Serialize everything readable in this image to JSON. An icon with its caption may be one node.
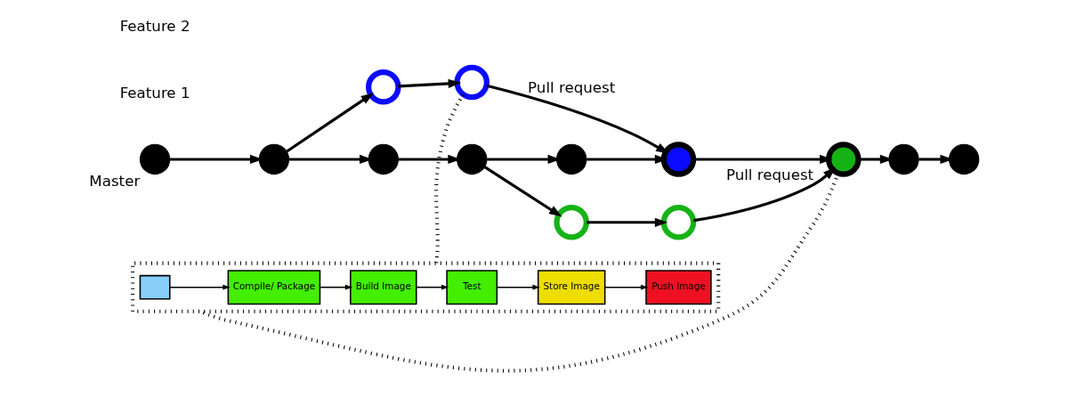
{
  "diagram": {
    "nodes": [
      {
        "text": [],
        "shape": "circle",
        "beside": [
          "Master"
        ]
      },
      {
        "text": [],
        "shape": "circle"
      },
      {
        "text": [],
        "shape": "circle"
      },
      {
        "text": [],
        "shape": "circle"
      },
      {
        "text": [],
        "shape": "circle"
      },
      {
        "text": [],
        "shape": "circle"
      },
      {
        "text": [],
        "shape": "circle"
      },
      {
        "text": [],
        "shape": "circle"
      },
      {
        "text": [],
        "shape": "circle"
      },
      {
        "text": [],
        "shape": "circle"
      },
      {
        "text": [],
        "shape": "circle"
      },
      {
        "text": [],
        "shape": "circle"
      },
      {
        "text": [],
        "shape": "circle"
      },
      {
        "text": [],
        "shape": "box"
      },
      {
        "text": [],
        "shape": "box",
        "in": 13
      },
      {
        "text": [
          "Compile/ Package"
        ],
        "in": 13
      },
      {
        "text": [
          "Build Image"
        ],
        "in": 13
      },
      {
        "text": [
          "Test"
        ],
        "in": 13
      },
      {
        "text": [
          "Store Image"
        ],
        "in": 13
      },
      {
        "text": [
          "Push Image"
        ],
        "in": 13
      }
    ],
    "edges": [
      {
        "from": 0,
        "to": 1,
        "arrow": "to"
      },
      {
        "from": 1,
        "to": 2,
        "arrow": "to"
      },
      {
        "from": 2,
        "to": 3,
        "arrow": "to"
      },
      {
        "from": 3,
        "to": 4,
        "arrow": "to"
      },
      {
        "from": 4,
        "to": 5,
        "arrow": "to"
      },
      {
        "from": 5,
        "to": 6,
        "arrow": "to"
      },
      {
        "from": 6,
        "to": 7,
        "arrow": "to"
      },
      {
        "from": 7,
        "to": 8,
        "arrow": "to"
      },
      {
        "from": 1,
        "to": 9,
        "arrow": "to"
      },
      {
        "from": 9,
        "to": 10,
        "arrow": "to"
      },
      {
        "from": 10,
        "to": 5,
        "arrow": "to",
        "label": "Pull request"
      },
      {
        "from": 3,
        "to": 11,
        "arrow": "to"
      },
      {
        "from": 11,
        "to": 12,
        "arrow": "to"
      },
      {
        "from": 12,
        "to": 6,
        "arrow": "to",
        "label": "Pull request"
      },
      {
        "from": 10,
        "to": 13,
        "arrow": "none",
        "style": "dashed"
      },
      {
        "from": 6,
        "to": 13,
        "arrow": "none",
        "style": "dashed"
      },
      {
        "from": 14,
        "to": 15,
        "arrow": "to"
      },
      {
        "from": 15,
        "to": 16,
        "arrow": "to"
      },
      {
        "from": 16,
        "to": 17,
        "arrow": "to"
      },
      {
        "from": 17,
        "to": 18,
        "arrow": "to"
      },
      {
        "from": 18,
        "to": 19,
        "arrow": "to"
      }
    ],
    "labels": [
      "Feature 1",
      "Feature 2"
    ]
  }
}
